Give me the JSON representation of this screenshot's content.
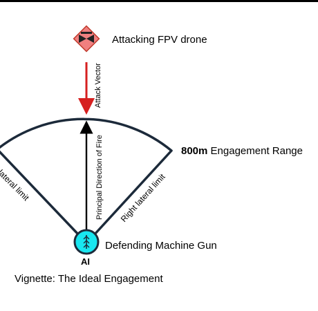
{
  "diagram": {
    "drone_label": "Attacking FPV drone",
    "attack_vector_label": "Attack Vector",
    "range_value": "800m",
    "range_text": " Engagement Range",
    "principal_direction_label": "Principal Direction of Fire",
    "left_limit_label": "Left lateral limit",
    "right_limit_label": "Right lateral limit",
    "gun_label": "Defending Machine Gun",
    "gun_badge": "AI",
    "caption": "Vignette: The Ideal Engagement"
  },
  "colors": {
    "top_border": "#000000",
    "drone_fill": "#f08080",
    "drone_stroke": "#c0392b",
    "attack_vector": "#d62020",
    "sector_stroke": "#1c2a3a",
    "gun_fill": "#18e6f0",
    "gun_stroke": "#1c2a3a"
  },
  "icons": {
    "drone": "bowtie-drone-icon",
    "gun": "machine-gun-icon"
  }
}
